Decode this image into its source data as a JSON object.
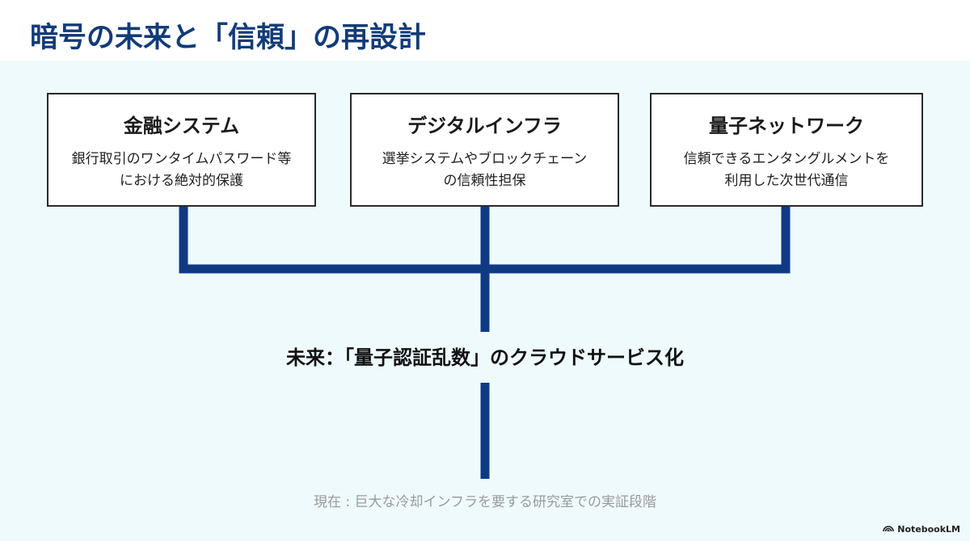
{
  "title": "暗号の未来と「信頼」の再設計",
  "colors": {
    "title": "#123b78",
    "connector": "#0f3a83",
    "background": "#eefafc"
  },
  "boxes": [
    {
      "title": "金融システム",
      "desc_line1": "銀行取引のワンタイムパスワード等",
      "desc_line2": "における絶対的保護"
    },
    {
      "title": "デジタルインフラ",
      "desc_line1": "選挙システムやブロックチェーン",
      "desc_line2": "の信頼性担保"
    },
    {
      "title": "量子ネットワーク",
      "desc_line1": "信頼できるエンタングルメントを",
      "desc_line2": "利用した次世代通信"
    }
  ],
  "future": "未来：「量子認証乱数」のクラウドサービス化",
  "present": "現在 : 巨大な冷却インフラを要する研究室での実証段階",
  "brand": {
    "name": "NotebookLM",
    "icon": "notebooklm-logo-icon"
  }
}
